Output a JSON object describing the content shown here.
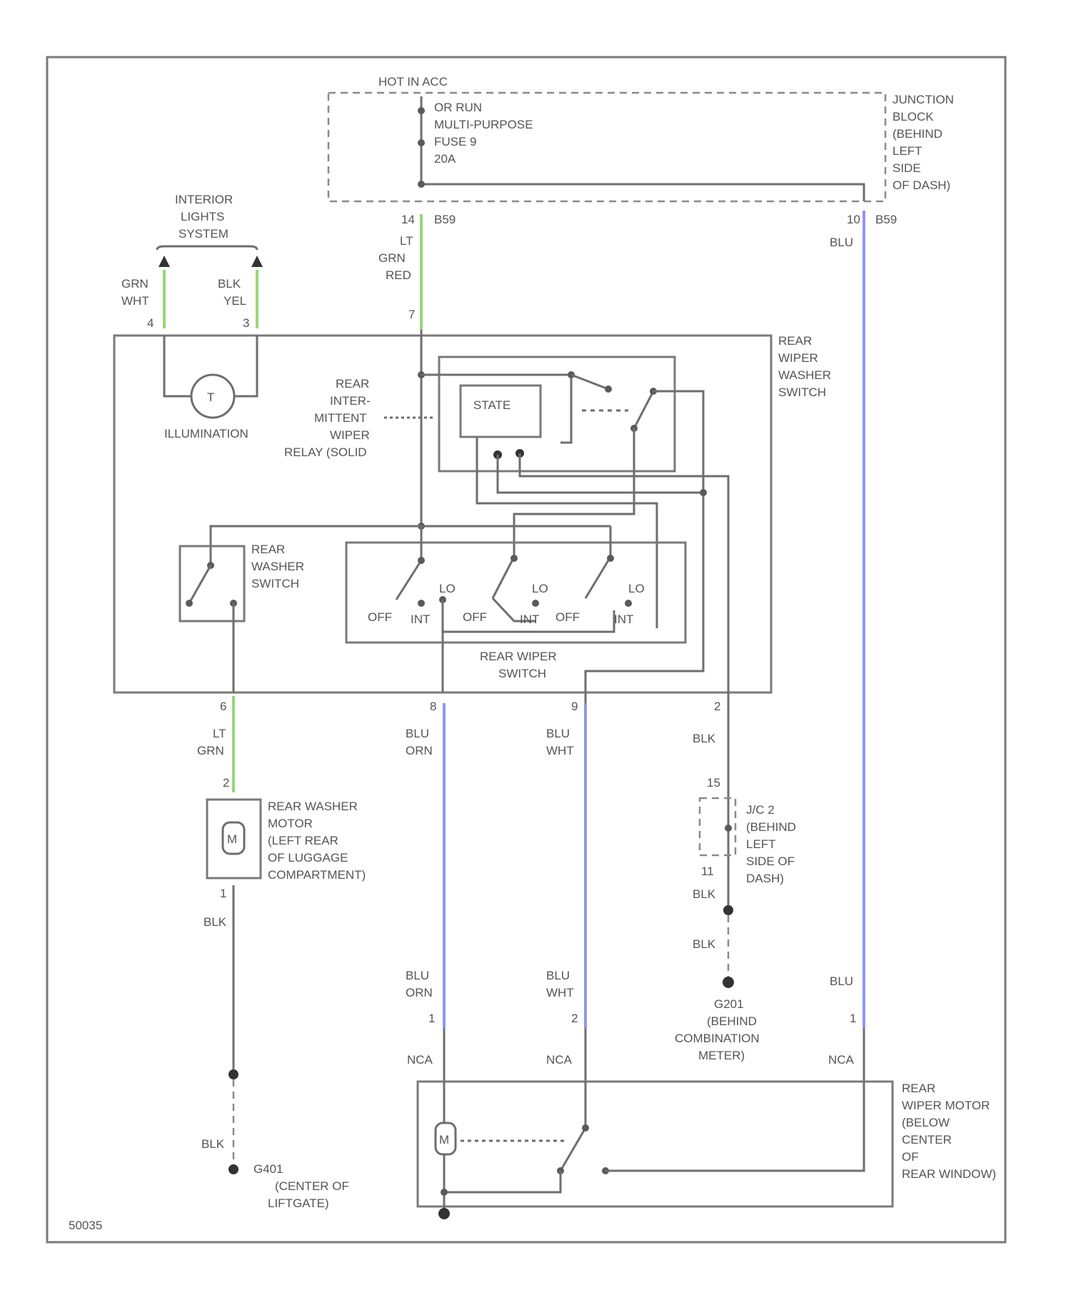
{
  "colors": {
    "green_wire": "#9ad67a",
    "blue_wire": "#8f97ee",
    "wire": "#6e6e6e"
  },
  "labels": {
    "hot": "HOT IN ACC",
    "hot2": "OR RUN",
    "fuse1": "MULTI-PURPOSE",
    "fuse2": "FUSE 9",
    "fuse3": "20A",
    "jb": [
      "JUNCTION",
      "BLOCK",
      "(BEHIND",
      "LEFT",
      "SIDE",
      "OF DASH)"
    ],
    "conn_14": "14",
    "conn_14b": "B59",
    "conn_10": "10",
    "conn_10b": "B59",
    "blu_top": "BLU",
    "ext_lights": [
      "INTERIOR",
      "LIGHTS",
      "SYSTEM"
    ],
    "grn_wht": [
      "GRN",
      "WHT"
    ],
    "blk_yel": [
      "BLK",
      "YEL"
    ],
    "lt_grn_red": [
      "LT",
      "GRN",
      "RED"
    ],
    "pin4": "4",
    "pin3": "3",
    "pin7": "7",
    "illumination": "ILLUMINATION",
    "rws": [
      "REAR",
      "WIPER",
      "WASHER",
      "SWITCH"
    ],
    "relay": [
      "REAR",
      "INTER-",
      "MITTENT",
      "WIPER",
      "RELAY (SOLID"
    ],
    "state": "STATE",
    "washer_sw": [
      "REAR",
      "WASHER",
      "SWITCH"
    ],
    "off1": "OFF",
    "int1": "INT",
    "lo1": "LO",
    "off2": "OFF",
    "int2": "INT",
    "lo2": "LO",
    "off3": "OFF",
    "int3": "INT",
    "lo3": "LO",
    "wiper_sw": [
      "REAR WIPER",
      "SWITCH"
    ],
    "pin6": "6",
    "pin8": "8",
    "pin9": "9",
    "pin2": "2",
    "lt_grn": [
      "LT",
      "GRN"
    ],
    "blu_orn": [
      "BLU",
      "ORN"
    ],
    "blu_wht": [
      "BLU",
      "WHT"
    ],
    "blk": "BLK",
    "washer_motor": [
      "REAR WASHER",
      "MOTOR",
      "(LEFT REAR",
      "OF LUGGAGE",
      "COMPARTMENT)"
    ],
    "wm_pin2": "2",
    "wm_pin1": "1",
    "blk_a": "BLK",
    "pin15": "15",
    "jc": [
      "J/C 2",
      "(BEHIND",
      "LEFT",
      "SIDE OF",
      "DASH)"
    ],
    "pin11": "11",
    "blk_b": "BLK",
    "blk_c": "BLK",
    "g201": [
      "G201",
      "(BEHIND",
      "COMBINATION",
      "METER)"
    ],
    "blu_orn2": [
      "BLU",
      "ORN"
    ],
    "blu_wht2": [
      "BLU",
      "WHT"
    ],
    "blu2": "BLU",
    "m_pin1": "1",
    "m_pin2": "2",
    "m_pin3": "1",
    "nca1": "NCA",
    "nca2": "NCA",
    "nca3": "NCA",
    "blk_d": "BLK",
    "g401": "G401",
    "g401b": [
      "(CENTER OF",
      "LIFTGATE)"
    ],
    "wiper_motor": [
      "REAR",
      "WIPER MOTOR",
      "(BELOW",
      "CENTER",
      "OF",
      "REAR WINDOW)"
    ],
    "fig_id": "50035",
    "motor_m": "M"
  }
}
